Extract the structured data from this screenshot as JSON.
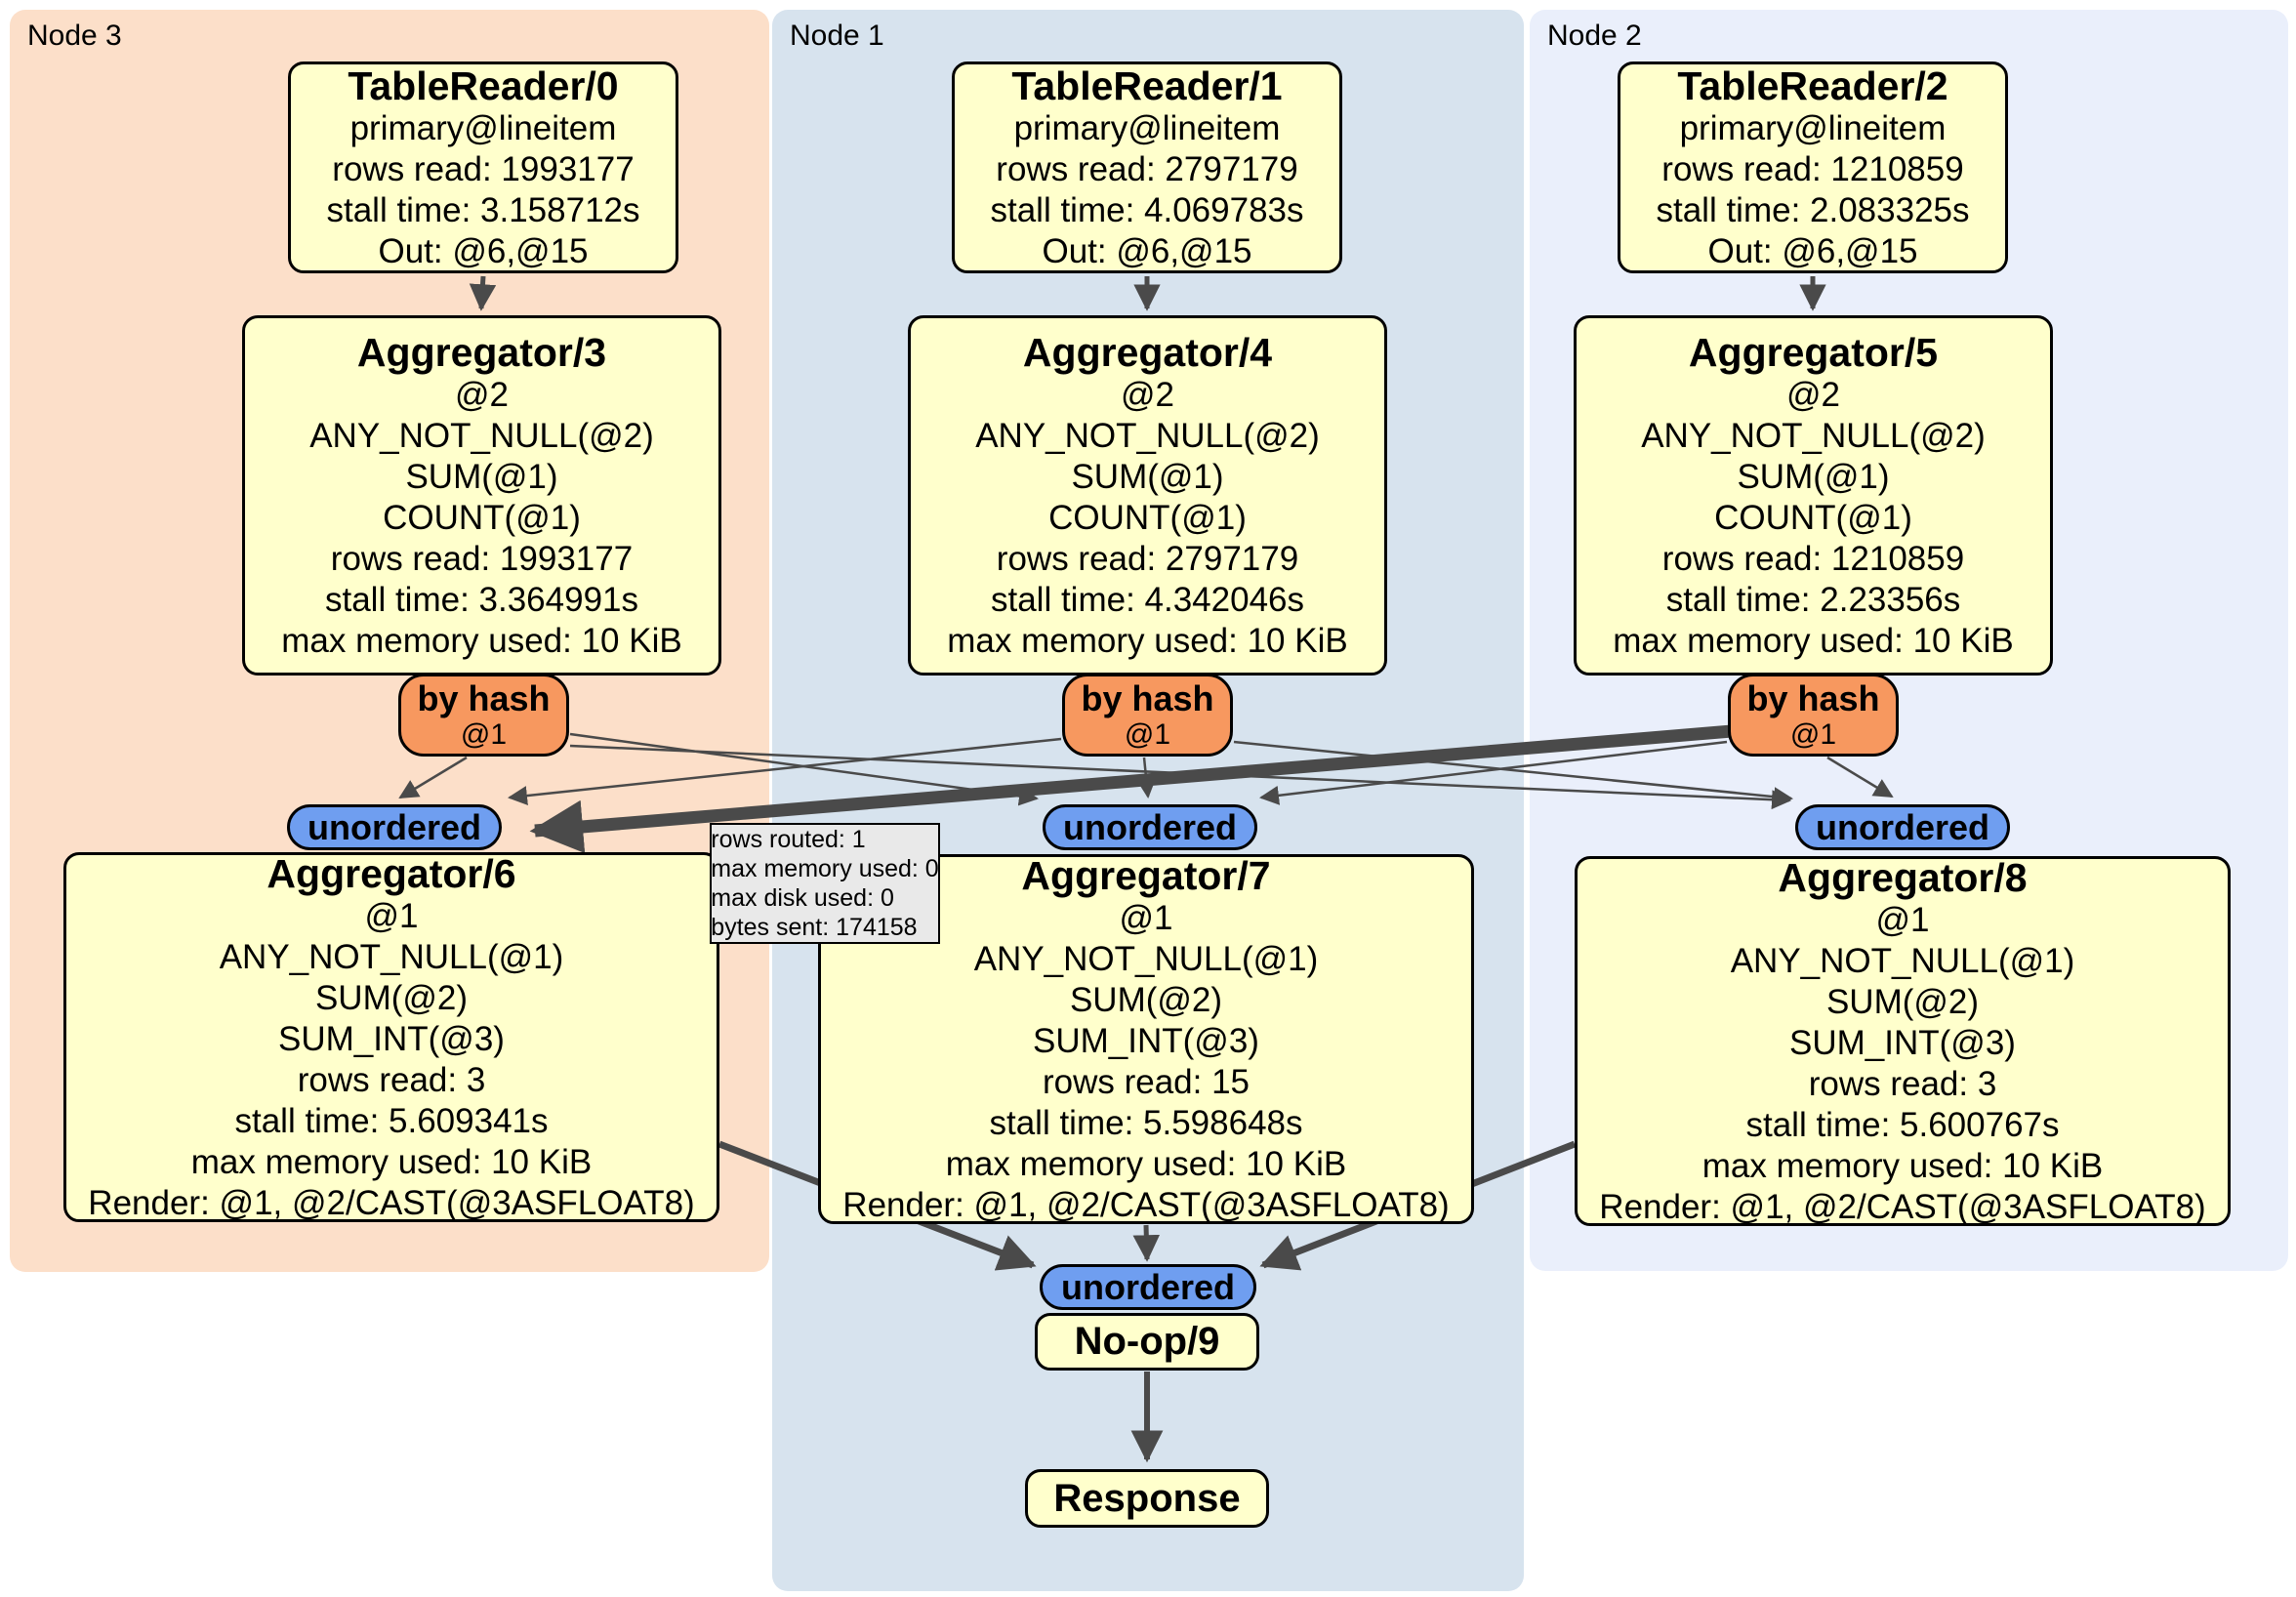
{
  "colors": {
    "node3_bg": "#fcdfc9",
    "node1_bg": "#d7e3ee",
    "node2_bg": "#eaeffb",
    "box_bg": "#ffffcc",
    "byhash_bg": "#f7985f",
    "unordered_bg": "#6f9ef0",
    "tooltip_bg": "#e9e9e9",
    "edge": "#4a4a4a"
  },
  "regions": {
    "node3": {
      "label": "Node 3"
    },
    "node1": {
      "label": "Node 1"
    },
    "node2": {
      "label": "Node 2"
    }
  },
  "nodes": {
    "tr0": {
      "title": "TableReader/0",
      "lines": [
        "primary@lineitem",
        "rows read: 1993177",
        "stall time: 3.158712s",
        "Out: @6,@15"
      ]
    },
    "tr1": {
      "title": "TableReader/1",
      "lines": [
        "primary@lineitem",
        "rows read: 2797179",
        "stall time: 4.069783s",
        "Out: @6,@15"
      ]
    },
    "tr2": {
      "title": "TableReader/2",
      "lines": [
        "primary@lineitem",
        "rows read: 1210859",
        "stall time: 2.083325s",
        "Out: @6,@15"
      ]
    },
    "agg3": {
      "title": "Aggregator/3",
      "lines": [
        "@2",
        "ANY_NOT_NULL(@2)",
        "SUM(@1)",
        "COUNT(@1)",
        "rows read: 1993177",
        "stall time: 3.364991s",
        "max memory used: 10 KiB"
      ]
    },
    "agg4": {
      "title": "Aggregator/4",
      "lines": [
        "@2",
        "ANY_NOT_NULL(@2)",
        "SUM(@1)",
        "COUNT(@1)",
        "rows read: 2797179",
        "stall time: 4.342046s",
        "max memory used: 10 KiB"
      ]
    },
    "agg5": {
      "title": "Aggregator/5",
      "lines": [
        "@2",
        "ANY_NOT_NULL(@2)",
        "SUM(@1)",
        "COUNT(@1)",
        "rows read: 1210859",
        "stall time: 2.23356s",
        "max memory used: 10 KiB"
      ]
    },
    "agg6": {
      "title": "Aggregator/6",
      "lines": [
        "@1",
        "ANY_NOT_NULL(@1)",
        "SUM(@2)",
        "SUM_INT(@3)",
        "rows read: 3",
        "stall time: 5.609341s",
        "max memory used: 10 KiB",
        "Render: @1, @2/CAST(@3ASFLOAT8)"
      ]
    },
    "agg7": {
      "title": "Aggregator/7",
      "lines": [
        "@1",
        "ANY_NOT_NULL(@1)",
        "SUM(@2)",
        "SUM_INT(@3)",
        "rows read: 15",
        "stall time: 5.598648s",
        "max memory used: 10 KiB",
        "Render: @1, @2/CAST(@3ASFLOAT8)"
      ]
    },
    "agg8": {
      "title": "Aggregator/8",
      "lines": [
        "@1",
        "ANY_NOT_NULL(@1)",
        "SUM(@2)",
        "SUM_INT(@3)",
        "rows read: 3",
        "stall time: 5.600767s",
        "max memory used: 10 KiB",
        "Render: @1, @2/CAST(@3ASFLOAT8)"
      ]
    },
    "noop": {
      "title": "No-op/9"
    },
    "response": {
      "title": "Response"
    }
  },
  "routers": {
    "byhash3": {
      "title": "by hash",
      "key": "@1"
    },
    "byhash1": {
      "title": "by hash",
      "key": "@1"
    },
    "byhash2": {
      "title": "by hash",
      "key": "@1"
    }
  },
  "streams": {
    "u3": "unordered",
    "u1": "unordered",
    "u2": "unordered",
    "umid": "unordered"
  },
  "tooltip": {
    "lines": [
      "rows routed: 1",
      "max memory used: 0",
      "max disk used: 0",
      "bytes sent: 174158"
    ]
  }
}
